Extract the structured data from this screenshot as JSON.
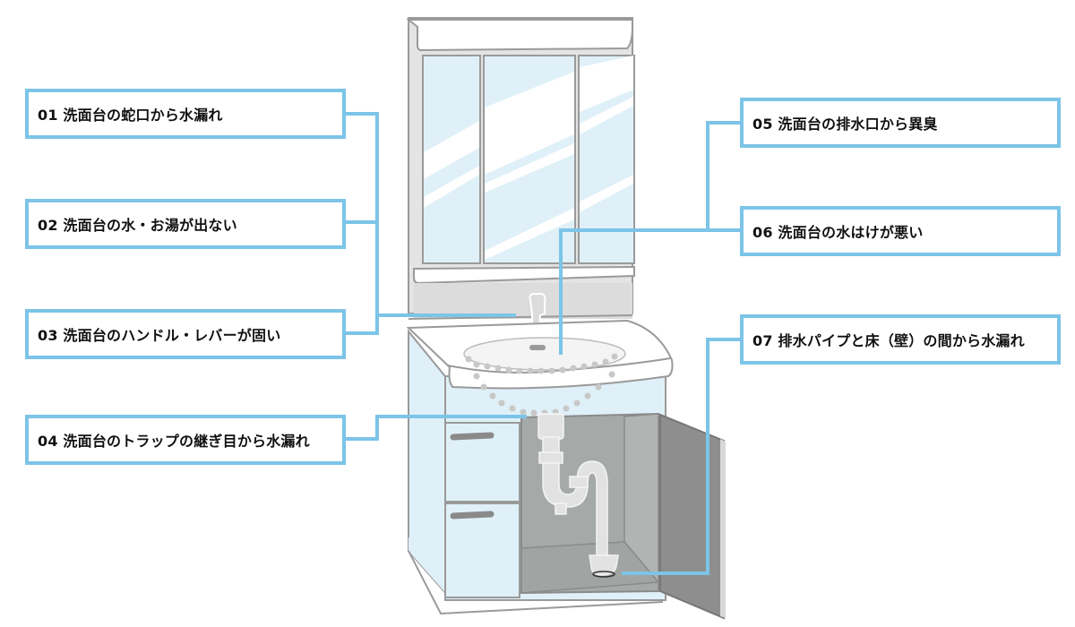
{
  "diagram": {
    "subject": "洗面台 (vanity unit) trouble points",
    "accent_color": "#7cc4e8",
    "labels": [
      {
        "number": "01",
        "text": "01 洗面台の蛇口から水漏れ"
      },
      {
        "number": "02",
        "text": "02 洗面台の水・お湯が出ない"
      },
      {
        "number": "03",
        "text": "03 洗面台のハンドル・レバーが固い"
      },
      {
        "number": "04",
        "text": "04 洗面台のトラップの継ぎ目から水漏れ"
      },
      {
        "number": "05",
        "text": "05 洗面台の排水口から異臭"
      },
      {
        "number": "06",
        "text": "06 洗面台の水はけが悪い"
      },
      {
        "number": "07",
        "text": "07 排水パイプと床（壁）の間から水漏れ"
      }
    ]
  }
}
